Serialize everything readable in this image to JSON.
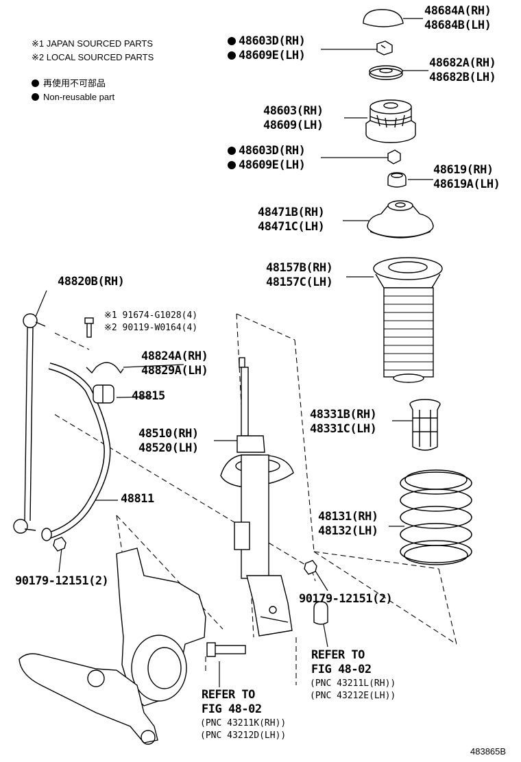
{
  "legend": {
    "japan_sourced": "※1 JAPAN SOURCED PARTS",
    "local_sourced": "※2 LOCAL SOURCED PARTS",
    "non_reusable_jp": "再使用不可部品",
    "non_reusable_en": "Non-reusable part"
  },
  "parts": {
    "p48684": [
      "48684A(RH)",
      "48684B(LH)"
    ],
    "p48603d_top": [
      "48603D(RH)",
      "48609E(LH)"
    ],
    "p48682": [
      "48682A(RH)",
      "48682B(LH)"
    ],
    "p48603": [
      "48603(RH)",
      "48609(LH)"
    ],
    "p48603d_mid": [
      "48603D(RH)",
      "48609E(LH)"
    ],
    "p48619": [
      "48619(RH)",
      "48619A(LH)"
    ],
    "p48471": [
      "48471B(RH)",
      "48471C(LH)"
    ],
    "p48157": [
      "48157B(RH)",
      "48157C(LH)"
    ],
    "p48820": "48820B(RH)",
    "p91674": [
      "※1 91674-G1028(4)",
      "※2 90119-W0164(4)"
    ],
    "p48824": [
      "48824A(RH)",
      "48829A(LH)"
    ],
    "p48815": "48815",
    "p48331": [
      "48331B(RH)",
      "48331C(LH)"
    ],
    "p48510": [
      "48510(RH)",
      "48520(LH)"
    ],
    "p48811": "48811",
    "p48131": [
      "48131(RH)",
      "48132(LH)"
    ],
    "p90179_left": "90179-12151(2)",
    "p90179_right": "90179-12151(2)"
  },
  "refer_right": {
    "line1": "REFER TO",
    "line2": "FIG 48-02",
    "pnc1": "(PNC 43211L(RH))",
    "pnc2": "(PNC 43212E(LH))"
  },
  "refer_left": {
    "line1": "REFER TO",
    "line2": "FIG 48-02",
    "pnc1": "(PNC 43211K(RH))",
    "pnc2": "(PNC 43212D(LH))"
  },
  "figure_id": "483865B"
}
